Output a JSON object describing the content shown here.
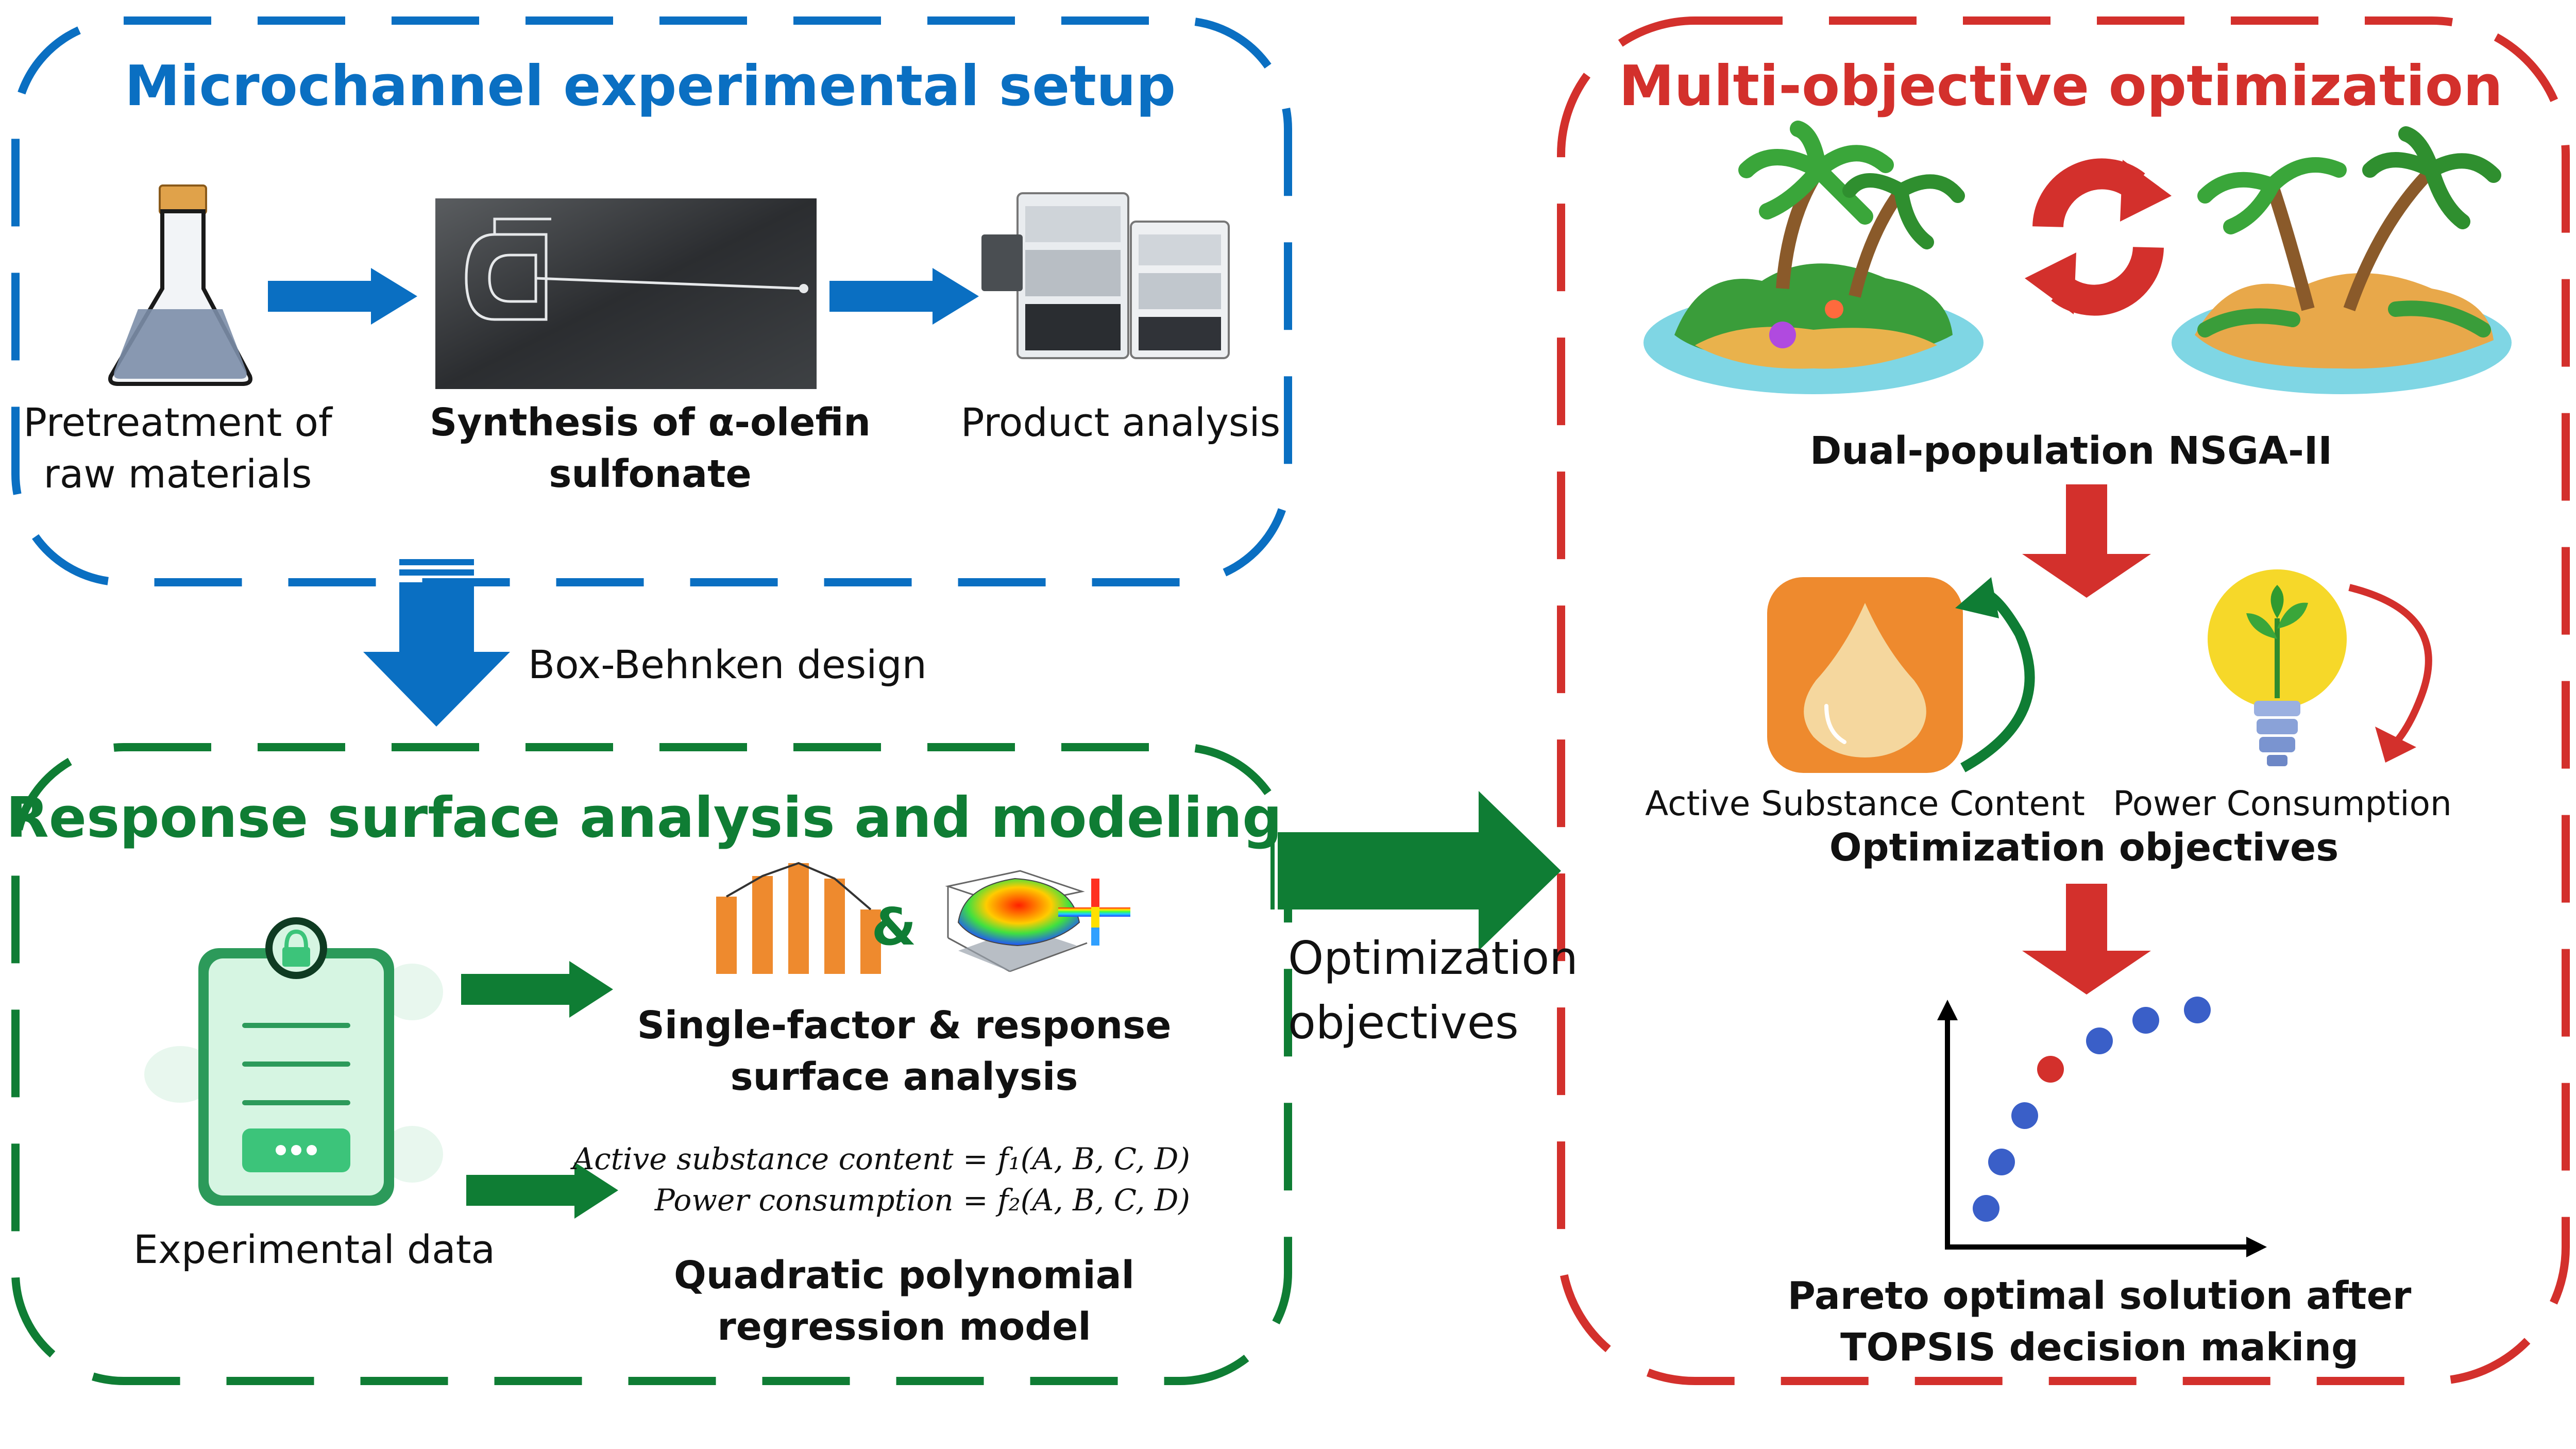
{
  "colors": {
    "blue": "#0a6fc2",
    "green": "#0f7d34",
    "red": "#d3302c",
    "orange": "#ee8a2e"
  },
  "setup": {
    "title": "Microchannel experimental setup",
    "pretreatment": [
      "Pretreatment of",
      "raw materials"
    ],
    "synthesis": [
      "Synthesis of α-olefin",
      "sulfonate"
    ],
    "analysis": "Product analysis"
  },
  "bbd": "Box-Behnken design",
  "rsm": {
    "title": "Response surface analysis and modeling",
    "experimental_data": "Experimental data",
    "amp": "&",
    "single_factor": [
      "Single-factor & response",
      "surface analysis"
    ],
    "eq1": "Active substance content = f₁(A, B, C, D)",
    "eq2": "Power consumption = f₂(A, B, C, D)",
    "quadratic": [
      "Quadratic polynomial",
      "regression model"
    ]
  },
  "link": [
    "Optimization",
    "objectives"
  ],
  "moo": {
    "title": "Multi-objective optimization",
    "nsga": "Dual-population NSGA-II",
    "active": "Active Substance Content",
    "power": "Power Consumption",
    "objectives": "Optimization objectives",
    "pareto": [
      "Pareto optimal solution after",
      "TOPSIS decision making"
    ]
  }
}
